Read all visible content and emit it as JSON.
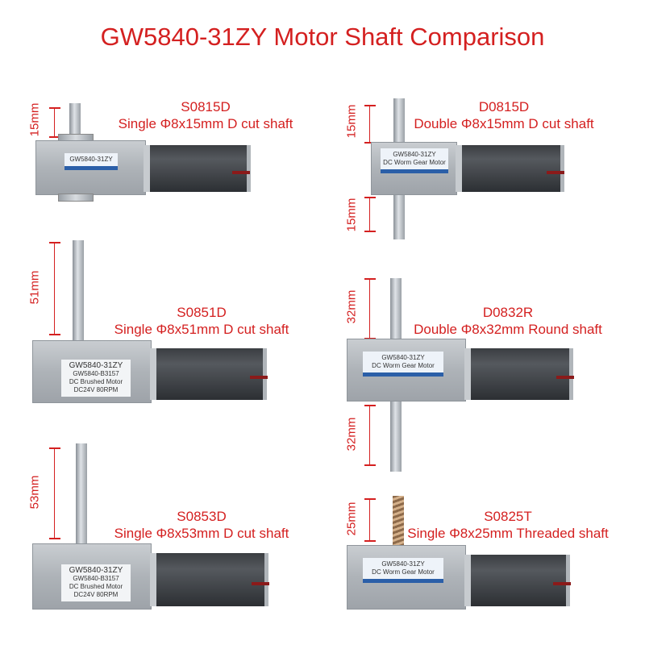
{
  "title": "GW5840-31ZY Motor Shaft Comparison",
  "panels": [
    {
      "code": "S0815D",
      "desc": "Single Φ8x15mm D cut shaft",
      "dims": [
        "15mm"
      ],
      "label": [
        "GW5840-31ZY"
      ]
    },
    {
      "code": "D0815D",
      "desc": "Double Φ8x15mm D cut shaft",
      "dims": [
        "15mm",
        "15mm"
      ],
      "label": [
        "GW5840-31ZY",
        "DC Worm Gear Motor"
      ]
    },
    {
      "code": "S0851D",
      "desc": "Single Φ8x51mm D cut shaft",
      "dims": [
        "51mm"
      ],
      "label": [
        "GW5840-31ZY",
        "GW5840-B3157",
        "DC Brushed Motor",
        "DC24V  80RPM"
      ]
    },
    {
      "code": "D0832R",
      "desc": "Double Φ8x32mm Round shaft",
      "dims": [
        "32mm",
        "32mm"
      ],
      "label": [
        "GW5840-31ZY",
        "DC Worm Gear Motor"
      ]
    },
    {
      "code": "S0853D",
      "desc": "Single Φ8x53mm D cut shaft",
      "dims": [
        "53mm"
      ],
      "label": [
        "GW5840-31ZY",
        "GW5840-B3157",
        "DC Brushed Motor",
        "DC24V  80RPM"
      ]
    },
    {
      "code": "S0825T",
      "desc": "Single Φ8x25mm Threaded shaft",
      "dims": [
        "25mm"
      ],
      "label": [
        "GW5840-31ZY",
        "DC Worm Gear Motor"
      ]
    }
  ],
  "colors": {
    "accent": "#d42020"
  }
}
